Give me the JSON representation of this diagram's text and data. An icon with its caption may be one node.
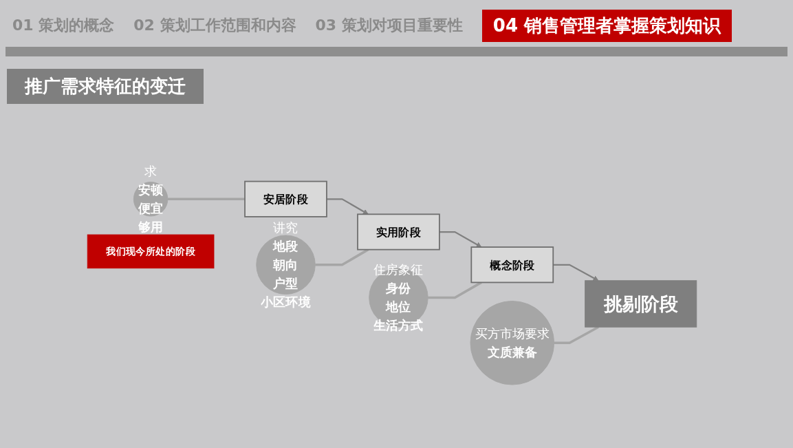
{
  "diagram": {
    "title": "推广需求特征的变迁",
    "nodes": [
      {
        "text": [
          "安居阶段"
        ]
      },
      {
        "text": [
          "实用阶段"
        ]
      },
      {
        "text": [
          "概念阶段"
        ]
      },
      {
        "text": [
          "挑剔阶段"
        ]
      },
      {
        "text": [
          "求",
          "安顿",
          "便宜",
          "够用"
        ]
      },
      {
        "text": [
          "住房象征",
          "身份",
          "地位",
          "生活方式"
        ]
      },
      {
        "text": [
          "讲究",
          "地段",
          "朝向",
          "户型",
          "小区环境"
        ]
      },
      {
        "text": [
          "买方市场要求",
          "文质兼备"
        ]
      },
      {
        "text": [
          "我们现今所处的阶段"
        ]
      }
    ],
    "edges": [
      {
        "from": 0,
        "to": 1,
        "arrow": "to"
      },
      {
        "from": 1,
        "to": 2,
        "arrow": "to"
      },
      {
        "from": 2,
        "to": 3,
        "arrow": "to"
      },
      {
        "from": 4,
        "to": 0,
        "arrow": "none"
      },
      {
        "from": 5,
        "to": 2,
        "arrow": "none"
      },
      {
        "from": 6,
        "to": 1,
        "arrow": "none"
      },
      {
        "from": 7,
        "to": 3,
        "arrow": "none"
      }
    ],
    "labels": [
      "01 策划的概念",
      "02 策划工作范围和内容",
      "03 策划对项目重要性",
      "04 销售管理者掌握策划知识"
    ]
  }
}
